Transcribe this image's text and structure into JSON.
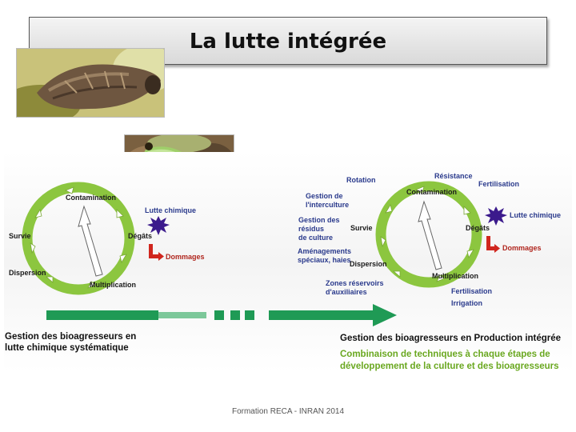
{
  "slide": {
    "title": "La lutte intégrée",
    "footer": "Formation RECA - INRAN 2014"
  },
  "left_cycle": {
    "stages": {
      "contamination": "Contamination",
      "degats": "Dégâts",
      "multiplication": "Multiplication",
      "dispersion": "Dispersion",
      "survie": "Survie"
    },
    "intervention": "Lutte chimique",
    "outcome": "Dommages",
    "caption_line1": "Gestion des bioagresseurs en",
    "caption_line2": "lutte chimique systématique"
  },
  "right_cycle": {
    "stages": {
      "contamination": "Contamination",
      "degats": "Dégâts",
      "multiplication": "Multiplication",
      "dispersion": "Dispersion",
      "survie": "Survie"
    },
    "intervention": "Lutte chimique",
    "outcome": "Dommages",
    "techniques": {
      "rotation": "Rotation",
      "resistance": "Résistance",
      "fertilisation_top": "Fertilisation",
      "interculture_l1": "Gestion de",
      "interculture_l2": "l'interculture",
      "residus_l1": "Gestion des",
      "residus_l2": "résidus",
      "residus_l3": "de culture",
      "amenagements_l1": "Aménagements",
      "amenagements_l2": "spéciaux, haies",
      "zones_l1": "Zones réservoirs",
      "zones_l2": "d'auxiliaires",
      "fertilisation_bottom": "Fertilisation",
      "irrigation": "Irrigation"
    },
    "caption": "Gestion des bioagresseurs en Production intégrée",
    "subcaption_line1": "Combinaison de techniques à chaque étapes de",
    "subcaption_line2": "développement de la culture et des bioagresseurs"
  },
  "colors": {
    "ring_green": "#8cc63f",
    "arrow_green": "#1f9a55",
    "label_blue": "#2a3a8c",
    "label_red": "#b0261e",
    "caption_green": "#6aa820"
  },
  "icons": [
    "moth-photo",
    "caterpillar-photo",
    "burst-icon",
    "red-l-arrow-icon"
  ]
}
